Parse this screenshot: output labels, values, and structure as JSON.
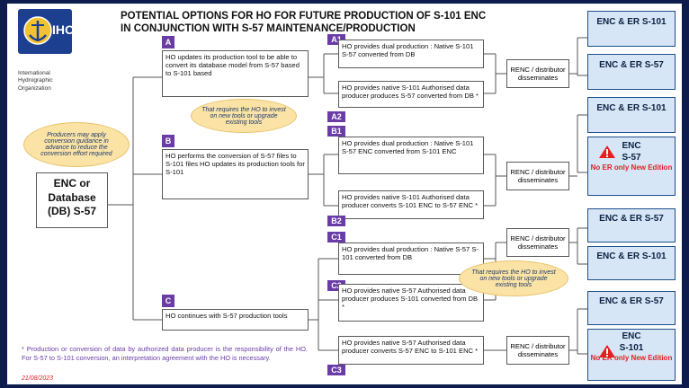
{
  "header": {
    "brand": "IHO",
    "org_name": "International Hydrographic Organization",
    "title_line1": "POTENTIAL OPTIONS FOR HO FOR FUTURE PRODUCTION OF S-101 ENC",
    "title_line2": "IN CONJUNCTION WITH S-57 MAINTENANCE/PRODUCTION"
  },
  "source": {
    "line1": "ENC or",
    "line2": "Database",
    "line3": "(DB) S-57"
  },
  "producer_note": "Producers may apply conversion guidance in advance to reduce the conversion effort required",
  "options": {
    "A": {
      "tag": "A",
      "text": "HO updates its production tool to be able to convert its database model from S-57 based to S-101 based"
    },
    "B": {
      "tag": "B",
      "text": "HO performs the conversion of S-57 files to S-101 files HO updates its production tools for S-101"
    },
    "C": {
      "tag": "C",
      "text": "HO continues with S-57 production tools"
    }
  },
  "sub_options": {
    "A1": {
      "tag": "A1",
      "text": "HO provides dual production : Native S-101 S-57 converted from DB"
    },
    "A2": {
      "tag": "A2",
      "text": "HO provides native S-101 Authorised data producer produces S-57 converted from DB *"
    },
    "B1": {
      "tag": "B1",
      "text": "HO provides dual production : Native S-101 S-57 ENC converted from S-101 ENC"
    },
    "B2": {
      "tag": "B2",
      "text": "HO provides native S-101 Authorised data producer converts S-101 ENC to S-57 ENC *"
    },
    "C1": {
      "tag": "C1",
      "text": "HO provides dual production : Native S-57 S-101 converted from DB"
    },
    "C2": {
      "tag": "C2",
      "text": "HO provides native S-57 Authorised data producer produces S-101 converted from DB *"
    },
    "C3": {
      "tag": "C3",
      "text": "HO provides native S-57 Authorised data producer converts S-57 ENC to S-101 ENC *"
    }
  },
  "renc_label": "RENC / distributor disseminates",
  "invest_note": "That requires the HO to invest on new tools or upgrade existing tools",
  "outputs": {
    "o1": "ENC & ER S-101",
    "o2": "ENC & ER S-57",
    "o3": "ENC & ER S-101",
    "o4_title1": "ENC",
    "o4_title2": "S-57",
    "o4_red": "No ER only New Edition",
    "o5": "ENC & ER S-57",
    "o6": "ENC & ER S-101",
    "o7": "ENC & ER S-57",
    "o8_title1": "ENC",
    "o8_title2": "S-101",
    "o8_red": "No ER only New Edition"
  },
  "footnote": "* Production or conversion of data by authorized data producer is the responsibility of the HO. For S-57 to S-101 conversion, an interpretation agreement with the HO is necessary.",
  "date": "21/08/2023",
  "colors": {
    "tag": "#6a3ca6",
    "output_fill": "#d6e6f7",
    "output_border": "#1f4e8c",
    "warning": "#e32020",
    "cloud": "#fbe3a6",
    "slide_bg": "#0d1b4d"
  }
}
